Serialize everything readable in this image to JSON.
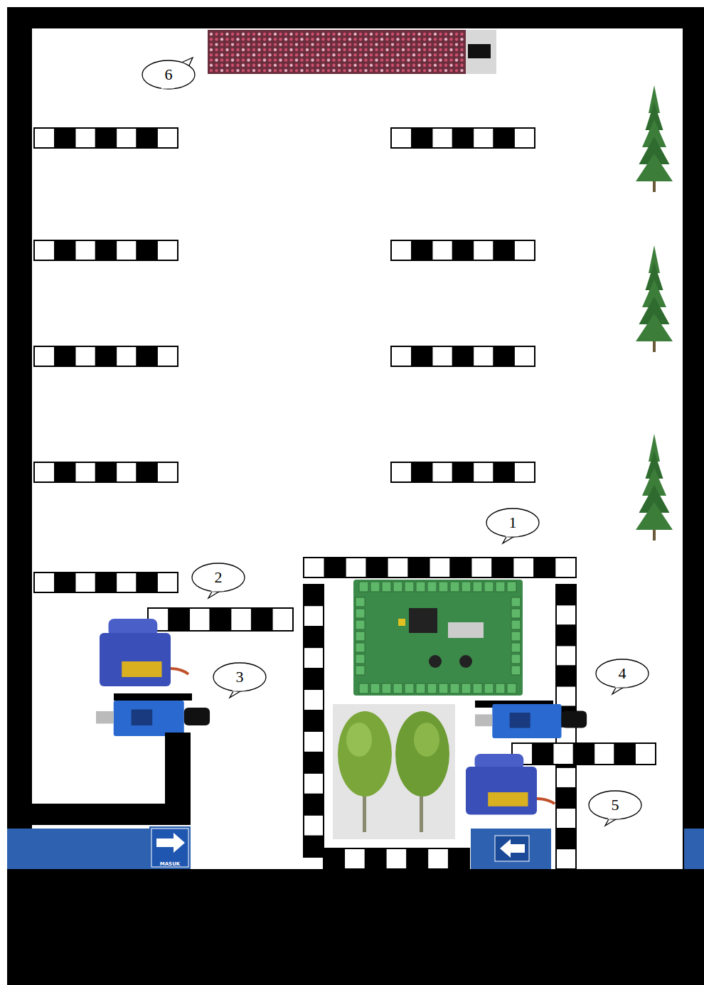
{
  "diagram": {
    "nodes": [
      {
        "text": [
          "6"
        ]
      },
      {
        "text": [
          "1"
        ]
      },
      {
        "text": [
          "2"
        ]
      },
      {
        "text": [
          "3"
        ]
      },
      {
        "text": [
          "4"
        ]
      },
      {
        "text": [
          "5"
        ]
      },
      {
        "text": [
          "MASUK"
        ]
      }
    ]
  }
}
